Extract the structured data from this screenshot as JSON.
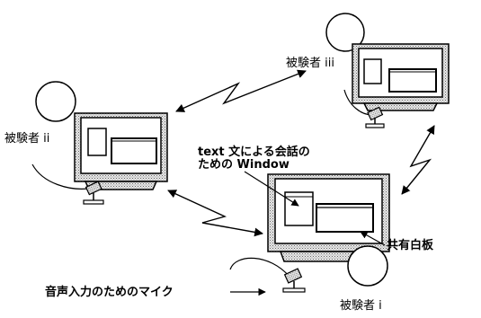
{
  "labels": {
    "subject_i": "被験者 i",
    "subject_ii": "被験者 ii",
    "subject_iii": "被験者 iii",
    "text_window_line1": "text 文による会話の",
    "text_window_line2": "ための Window",
    "shared_whiteboard": "共有白板",
    "microphone": "音声入力のためのマイク"
  },
  "colors": {
    "ink": "#000000",
    "screen_fill": "#d8d8d8",
    "window_fill": "#ffffff",
    "monitor_fill": "#ffffff"
  }
}
